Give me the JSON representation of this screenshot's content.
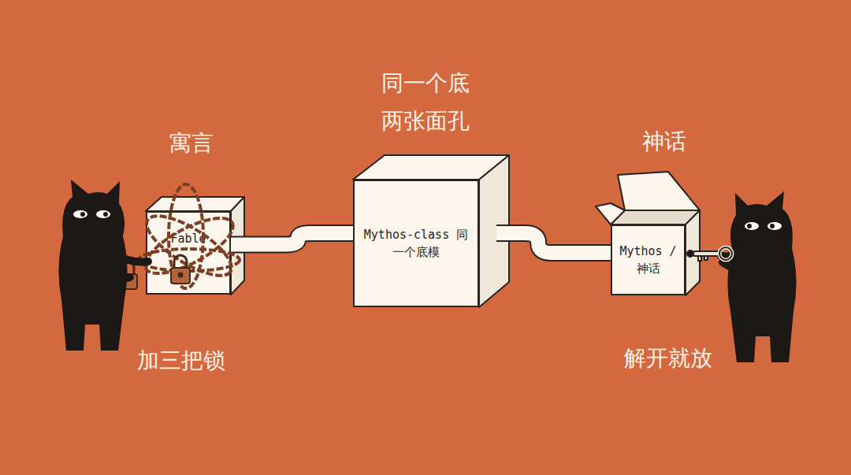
{
  "diagram": {
    "title": "同一个底 两张面孔",
    "nodes": [
      {
        "text": [
          "Fable"
        ]
      },
      {
        "text": [
          "Mythos-class 同一个底模"
        ]
      },
      {
        "text": [
          "Mythos /神话"
        ]
      }
    ],
    "edges": [
      {
        "from": 1,
        "to": 0,
        "arrow": "none"
      },
      {
        "from": 1,
        "to": 2,
        "arrow": "none"
      }
    ],
    "labels": [
      "寓言",
      "神话",
      "加三把锁",
      "解开就放"
    ]
  }
}
